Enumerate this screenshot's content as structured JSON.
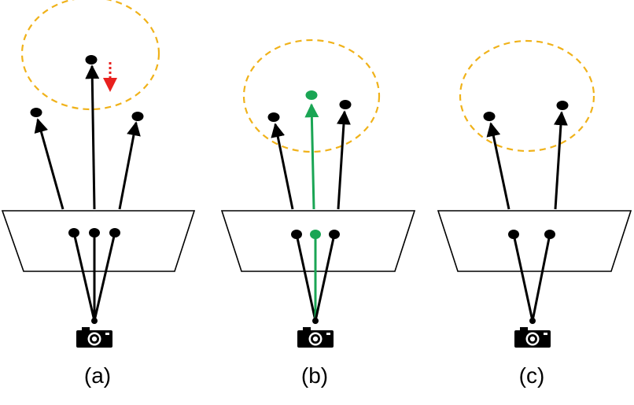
{
  "panels": [
    {
      "id": "a",
      "label": "(a)"
    },
    {
      "id": "b",
      "label": "(b)"
    },
    {
      "id": "c",
      "label": "(c)"
    }
  ],
  "colors": {
    "ray": "#000000",
    "highlight_ray": "#1aa554",
    "region_outline": "#f0b21a",
    "motion_arrow": "#e8201e",
    "plane_stroke": "#000000"
  },
  "icons": {
    "camera": "camera-icon"
  }
}
